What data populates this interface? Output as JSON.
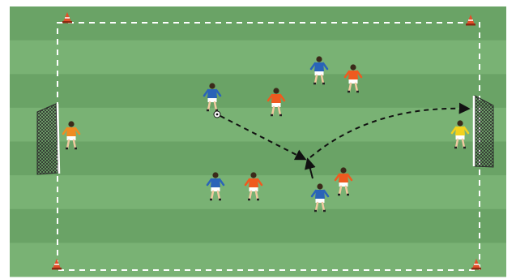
{
  "diagram": {
    "colors": {
      "stripe_dark": "#6aa366",
      "stripe_light": "#79b274",
      "boundary": "#ffffff",
      "pass_arrow": "#111111",
      "team_blue_shirt": "#2a64b8",
      "team_orange_shirt": "#ef5a1f",
      "goalkeeper_left": "#f08c22",
      "goalkeeper_right": "#f2d21e",
      "cone": "#e2502a",
      "goal_net": "#2b2b2b"
    },
    "cones": [
      "cone-top-left",
      "cone-top-right",
      "cone-bottom-left",
      "cone-bottom-right"
    ],
    "goals": [
      "goal-left",
      "goal-right"
    ],
    "players": [
      {
        "name": "blue-player-top",
        "team": "blue"
      },
      {
        "name": "blue-player-with-ball",
        "team": "blue"
      },
      {
        "name": "blue-player-bottom-left",
        "team": "blue"
      },
      {
        "name": "blue-player-receiver",
        "team": "blue"
      },
      {
        "name": "orange-player-top-right",
        "team": "orange"
      },
      {
        "name": "orange-player-center",
        "team": "orange"
      },
      {
        "name": "orange-player-bottom-left",
        "team": "orange"
      },
      {
        "name": "orange-player-bottom-right",
        "team": "orange"
      },
      {
        "name": "goalkeeper-left",
        "team": "keeper-orange"
      },
      {
        "name": "goalkeeper-right",
        "team": "keeper-yellow"
      }
    ],
    "movements": [
      {
        "name": "pass-arrow",
        "type": "dashed"
      },
      {
        "name": "dribble-arrow",
        "type": "solid"
      },
      {
        "name": "shot-arrow",
        "type": "dashed"
      }
    ]
  }
}
